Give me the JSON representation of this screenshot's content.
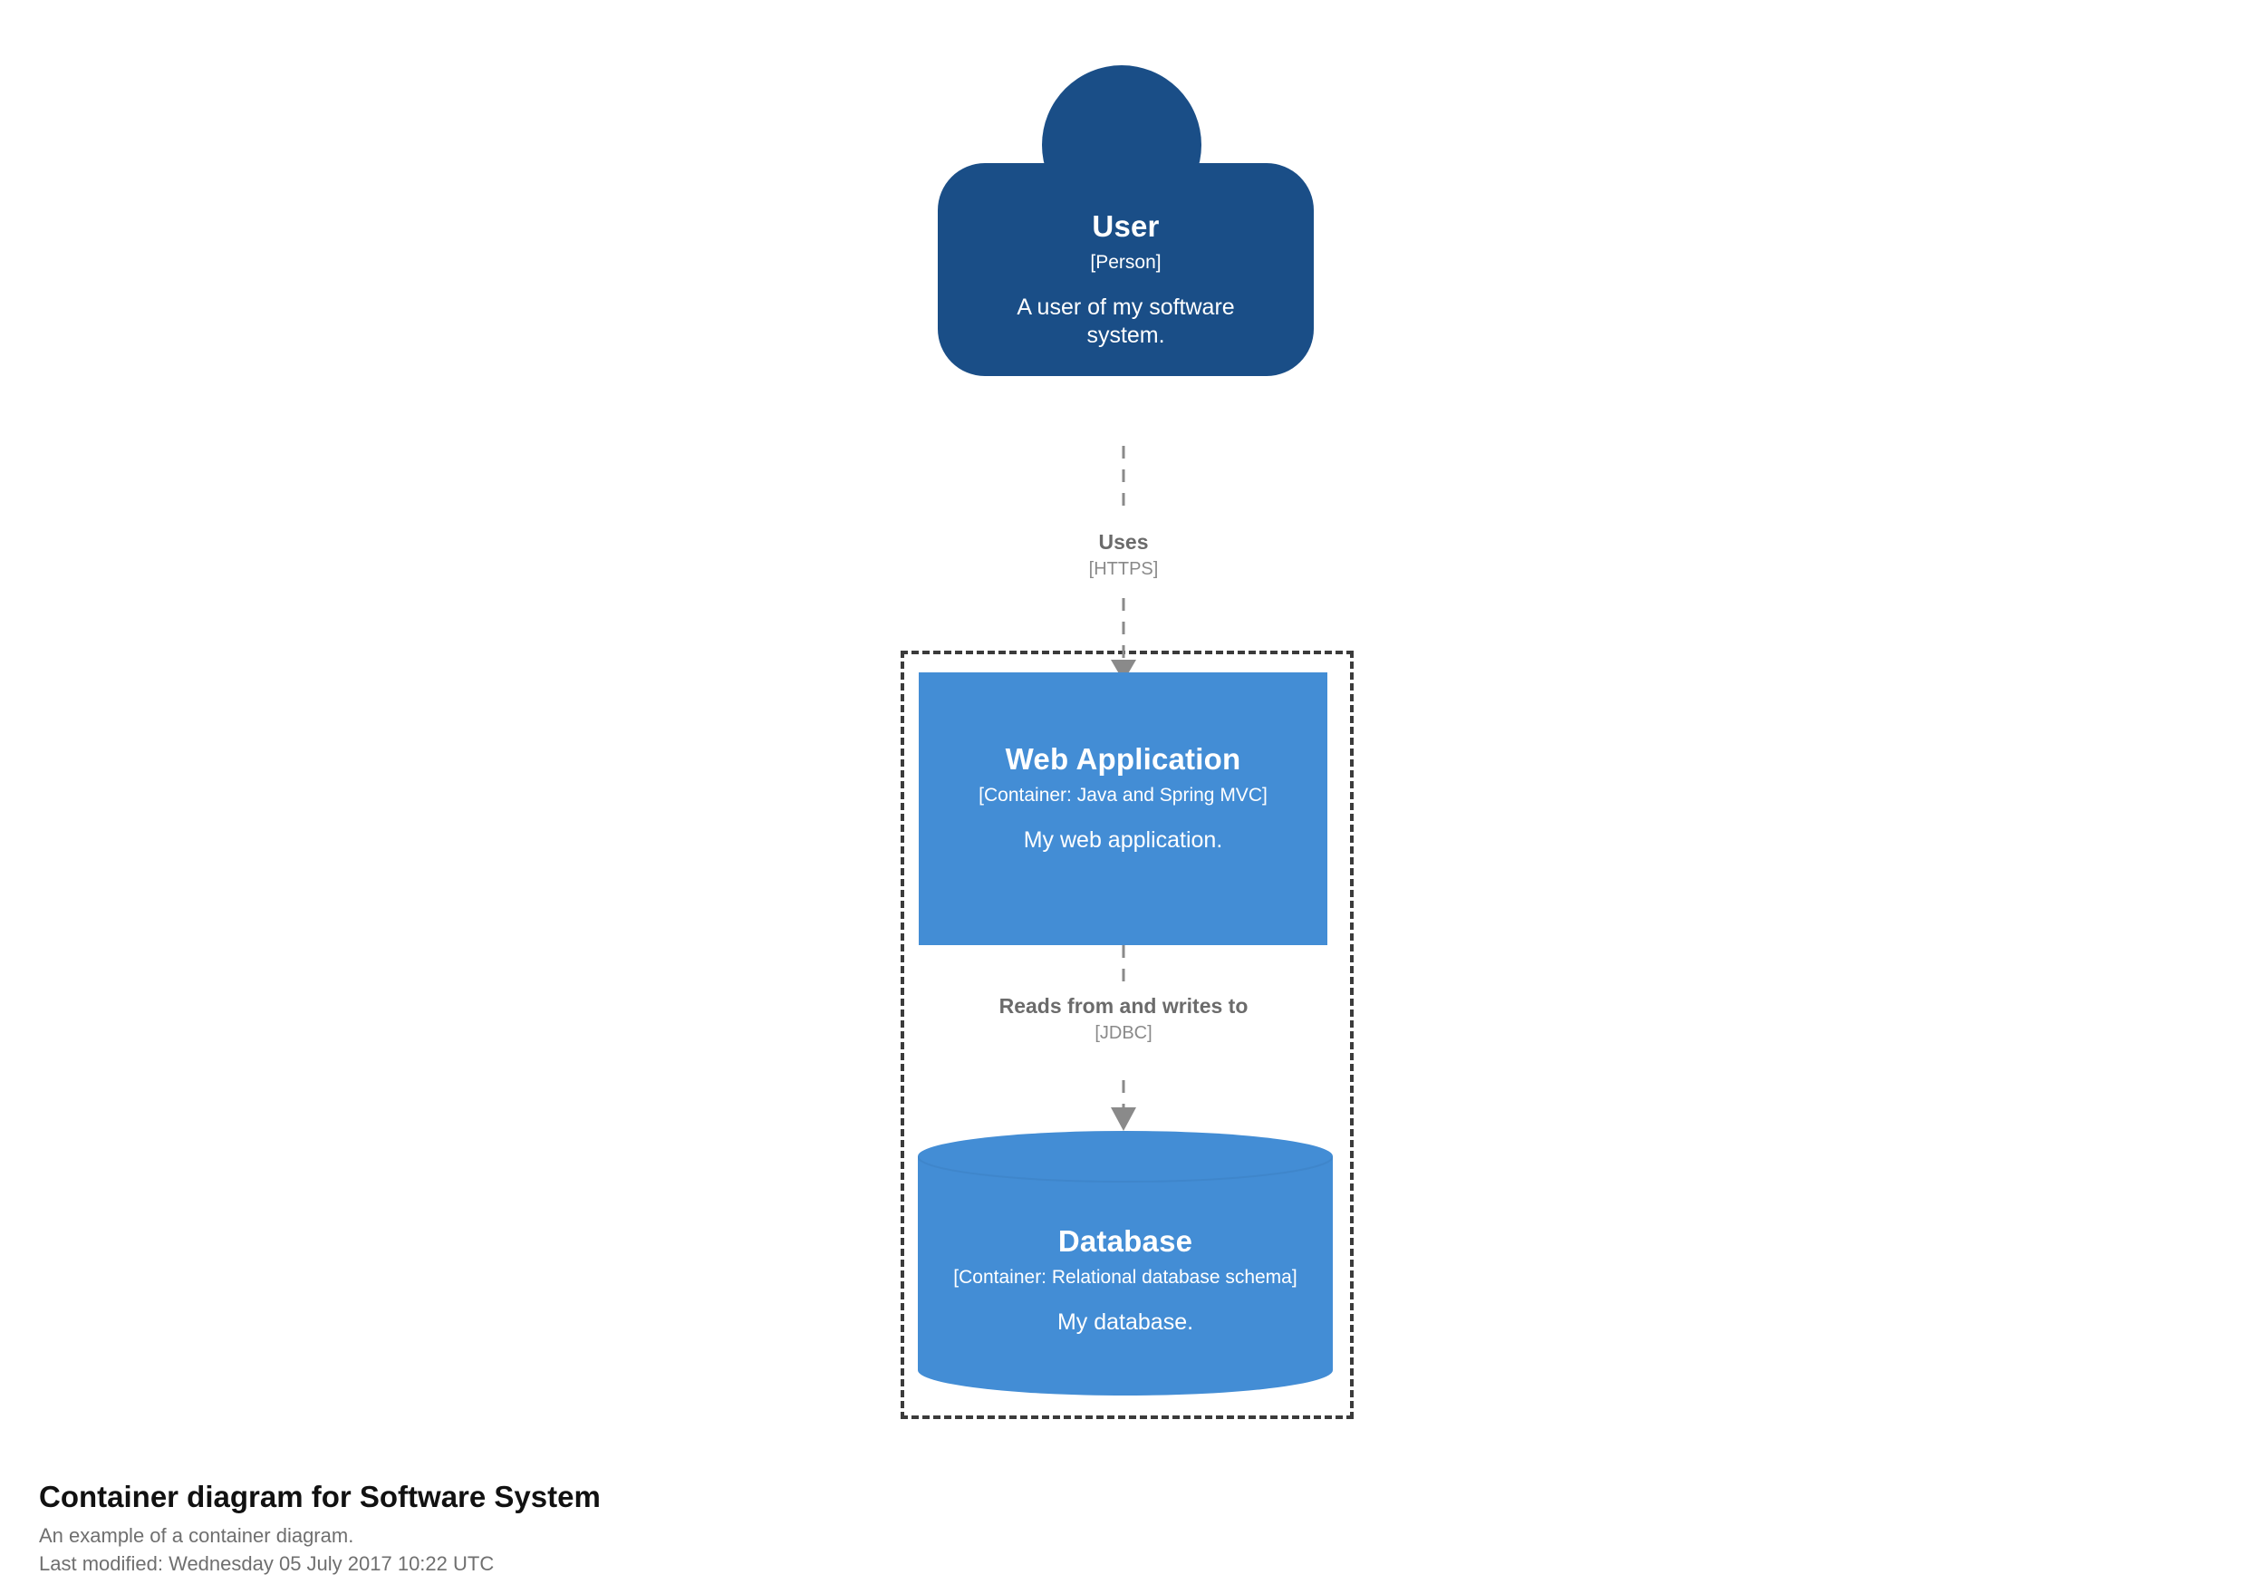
{
  "diagram": {
    "kind": "c4-container-diagram",
    "background_color": "#ffffff",
    "person_color": "#1a4e87",
    "container_color": "#438dd5",
    "boundary_color": "#3b3b3b",
    "relationship_color": "#707070"
  },
  "elements": {
    "person": {
      "name": "User",
      "type": "[Person]",
      "description": "A user of my software system."
    },
    "web_application": {
      "name": "Web Application",
      "type": "[Container: Java and Spring MVC]",
      "description": "My web application."
    },
    "database": {
      "name": "Database",
      "type": "[Container: Relational database schema]",
      "description": "My database."
    }
  },
  "relationships": [
    {
      "id": "uses",
      "description": "Uses",
      "technology": "[HTTPS]",
      "source": "User",
      "destination": "Web Application"
    },
    {
      "id": "reads-writes",
      "description": "Reads from and writes to",
      "technology": "[JDBC]",
      "source": "Web Application",
      "destination": "Database"
    }
  ],
  "caption": {
    "title": "Container diagram for Software System",
    "subtitle": "An example of a container diagram.",
    "last_modified": "Last modified: Wednesday 05 July 2017 10:22 UTC"
  }
}
